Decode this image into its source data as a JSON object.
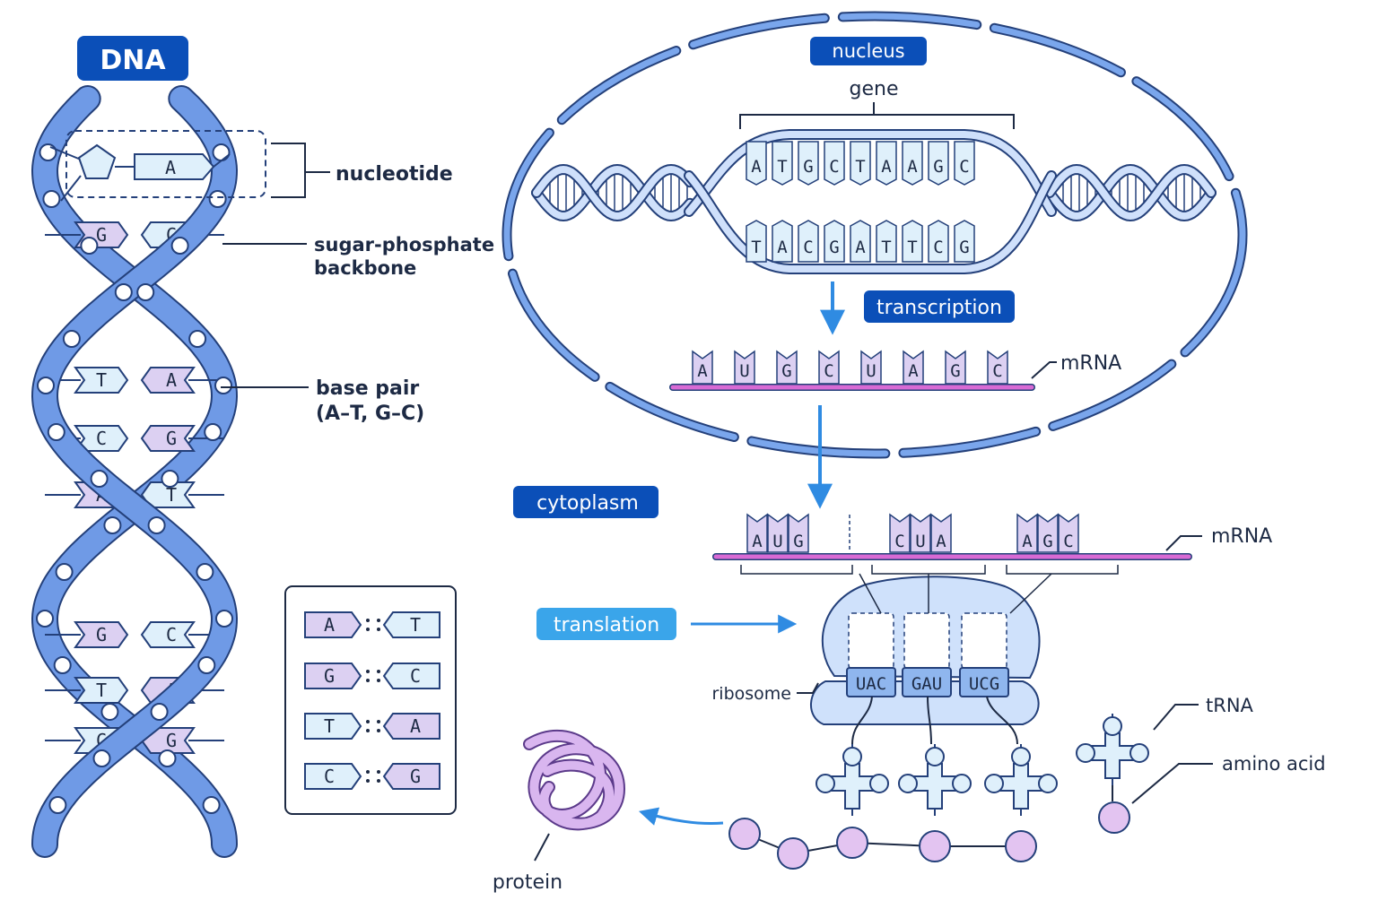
{
  "titles": {
    "dna": "DNA",
    "nucleus": "nucleus",
    "cytoplasm": "cytoplasm",
    "transcription": "transcription",
    "translation": "translation"
  },
  "labels": {
    "nucleotide": "nucleotide",
    "backbone_line1": "sugar-phosphate",
    "backbone_line2": "backbone",
    "basepair_line1": "base pair",
    "basepair_line2": "(A–T, G–C)",
    "gene": "gene",
    "mrna_nucleus": "mRNA",
    "mrna_cytoplasm": "mRNA",
    "ribosome": "ribosome",
    "trna": "tRNA",
    "amino_acid": "amino acid",
    "protein": "protein"
  },
  "helix": {
    "nucleotide_base": "A",
    "pairs": [
      [
        "G",
        "C"
      ],
      [
        "T",
        "A"
      ],
      [
        "C",
        "G"
      ],
      [
        "A",
        "T"
      ],
      [
        "G",
        "C"
      ],
      [
        "T",
        "A"
      ],
      [
        "C",
        "G"
      ]
    ]
  },
  "legend": [
    [
      "A",
      "T"
    ],
    [
      "G",
      "C"
    ],
    [
      "T",
      "A"
    ],
    [
      "C",
      "G"
    ]
  ],
  "gene": {
    "top_strand": [
      "A",
      "T",
      "G",
      "C",
      "T",
      "A",
      "A",
      "G",
      "C"
    ],
    "bottom_strand": [
      "T",
      "A",
      "C",
      "G",
      "A",
      "T",
      "T",
      "C",
      "G"
    ]
  },
  "mrna_nucleus": [
    "A",
    "U",
    "G",
    "C",
    "U",
    "A",
    "G",
    "C"
  ],
  "codons": [
    [
      "A",
      "U",
      "G"
    ],
    [
      "C",
      "U",
      "A"
    ],
    [
      "A",
      "G",
      "C"
    ]
  ],
  "anticodons": [
    "UAC",
    "GAU",
    "UCG"
  ],
  "colors": {
    "primary_blue": "#0b4fb8",
    "light_blue": "#2f9ae8",
    "backbone": "#6f9ae6",
    "outline": "#24407a",
    "purine_fill": "#dcd0f2",
    "pyrimidine_fill": "#dff0fb",
    "mrna": "#d86ad4",
    "amino": "#e3c4f1"
  }
}
